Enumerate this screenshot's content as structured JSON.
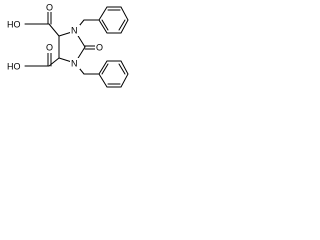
{
  "molecule": {
    "atoms": {
      "carboxyl_top_O_double": "O",
      "carboxyl_top_OH": "HO",
      "carboxyl_bottom_O_double": "O",
      "carboxyl_bottom_OH": "HO",
      "ring_N_top": "N",
      "ring_N_bottom": "N",
      "carbonyl_O": "O"
    },
    "colors": {
      "bond": "#000000",
      "background": "#ffffff"
    }
  }
}
